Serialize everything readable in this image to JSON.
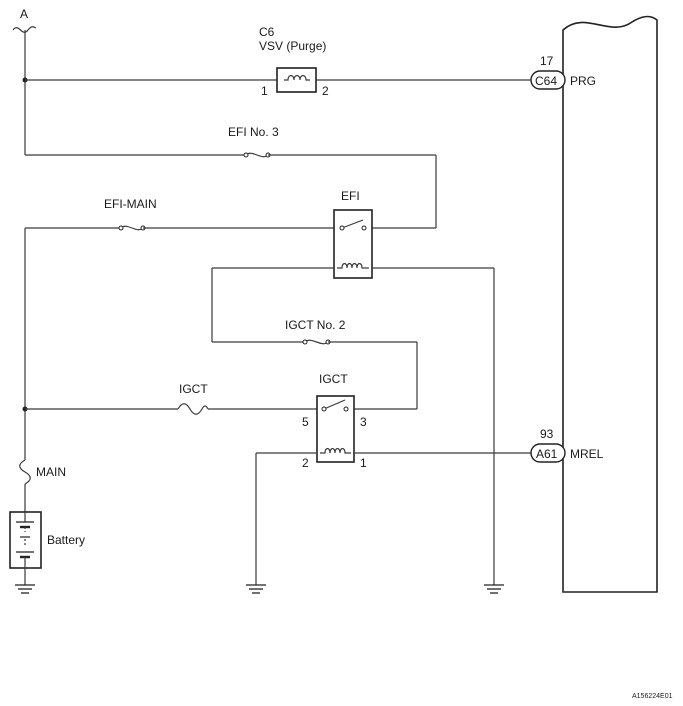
{
  "labels": {
    "node_a": "A",
    "vsv_ref": "C6",
    "vsv_name": "VSV (Purge)",
    "vsv_pin1": "1",
    "vsv_pin2": "2",
    "efi_no3": "EFI No. 3",
    "efi_main": "EFI-MAIN",
    "efi_relay": "EFI",
    "igct_no2": "IGCT No. 2",
    "igct_fuse": "IGCT",
    "igct_relay": "IGCT",
    "igct_pin5": "5",
    "igct_pin3": "3",
    "igct_pin2": "2",
    "igct_pin1": "1",
    "main_fuse": "MAIN",
    "battery": "Battery",
    "prg_pin_no": "17",
    "prg_connector": "C64",
    "prg_signal": "PRG",
    "mrel_pin_no": "93",
    "mrel_connector": "A61",
    "mrel_signal": "MREL",
    "figure_code": "A156224E01"
  }
}
